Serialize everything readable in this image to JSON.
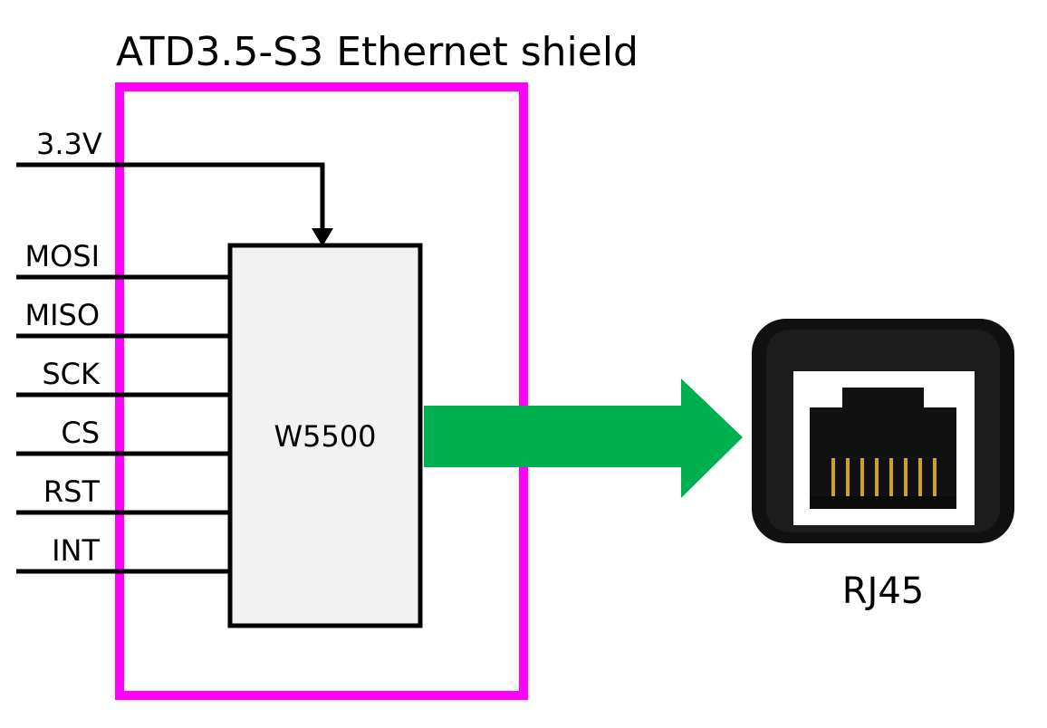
{
  "title": "ATD3.5-S3 Ethernet shield",
  "power_label": "3.3V",
  "pins": [
    "MOSI",
    "MISO",
    "SCK",
    "CS",
    "RST",
    "INT"
  ],
  "chip_label": "W5500",
  "connector_label": "RJ45",
  "colors": {
    "shield_border": "#ff00ff",
    "chip_fill": "#f2f2f2",
    "arrow": "#00b050",
    "wire": "#000000",
    "connector_body": "#111111",
    "port_frame": "#ffffff",
    "contacts": "#c9a032"
  },
  "icons": {
    "connector": "rj45-port-icon"
  }
}
